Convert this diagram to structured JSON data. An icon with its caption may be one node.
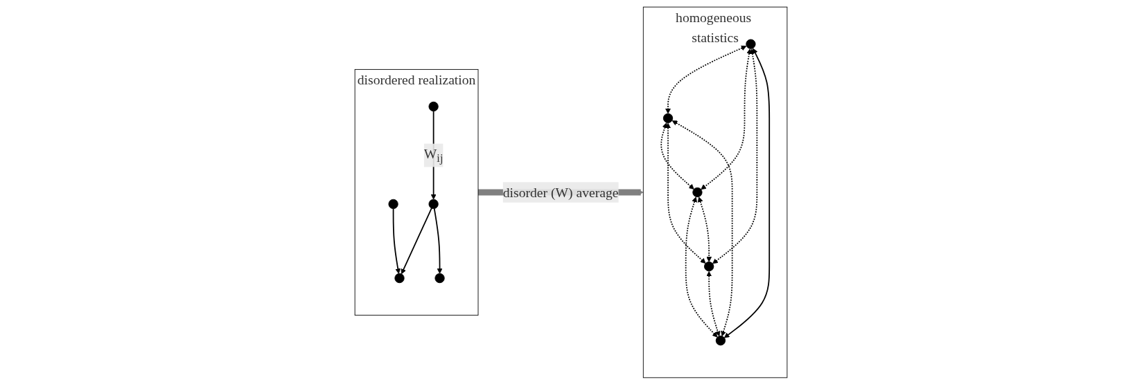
{
  "diagram": {
    "nodes": [
      {
        "text": [
          "disordered realization"
        ]
      },
      {
        "text": [],
        "shape": "circle",
        "in": 0
      },
      {
        "text": [],
        "shape": "circle",
        "in": 0
      },
      {
        "text": [],
        "shape": "circle",
        "in": 0
      },
      {
        "text": [],
        "shape": "circle",
        "in": 0
      },
      {
        "text": [],
        "shape": "circle",
        "in": 0
      },
      {
        "text": [
          "homogeneous statistics"
        ]
      },
      {
        "text": [],
        "shape": "circle",
        "in": 6
      },
      {
        "text": [],
        "shape": "circle",
        "in": 6
      },
      {
        "text": [],
        "shape": "circle",
        "in": 6
      },
      {
        "text": [],
        "shape": "circle",
        "in": 6
      },
      {
        "text": [],
        "shape": "circle",
        "in": 6
      }
    ],
    "edges": [
      {
        "from": 2,
        "to": 1,
        "arrow": "to"
      },
      {
        "from": 3,
        "to": 1,
        "arrow": "to"
      },
      {
        "from": 2,
        "to": 4,
        "arrow": "to"
      },
      {
        "from": 5,
        "to": 2,
        "arrow": "to",
        "label": "W$_{ij}$"
      },
      {
        "from": 0,
        "to": 6,
        "arrow": "to",
        "label": "disorder (W) average",
        "style": "thick",
        "color": "#808080"
      },
      {
        "from": 7,
        "to": 8,
        "arrow": "both",
        "style": "dashed"
      },
      {
        "from": 7,
        "to": 9,
        "arrow": "both",
        "style": "dashed"
      },
      {
        "from": 8,
        "to": 9,
        "arrow": "both",
        "style": "dashed"
      },
      {
        "from": 7,
        "to": 10,
        "arrow": "both",
        "style": "dashed"
      },
      {
        "from": 7,
        "to": 11,
        "arrow": "both"
      },
      {
        "from": 8,
        "to": 10,
        "arrow": "both",
        "style": "dashed"
      },
      {
        "from": 9,
        "to": 11,
        "arrow": "both",
        "style": "dashed"
      },
      {
        "from": 8,
        "to": 11,
        "arrow": "both",
        "style": "dashed"
      },
      {
        "from": 9,
        "to": 10,
        "arrow": "both",
        "style": "dashed"
      },
      {
        "from": 10,
        "to": 11,
        "arrow": "both",
        "style": "dashed"
      }
    ]
  }
}
